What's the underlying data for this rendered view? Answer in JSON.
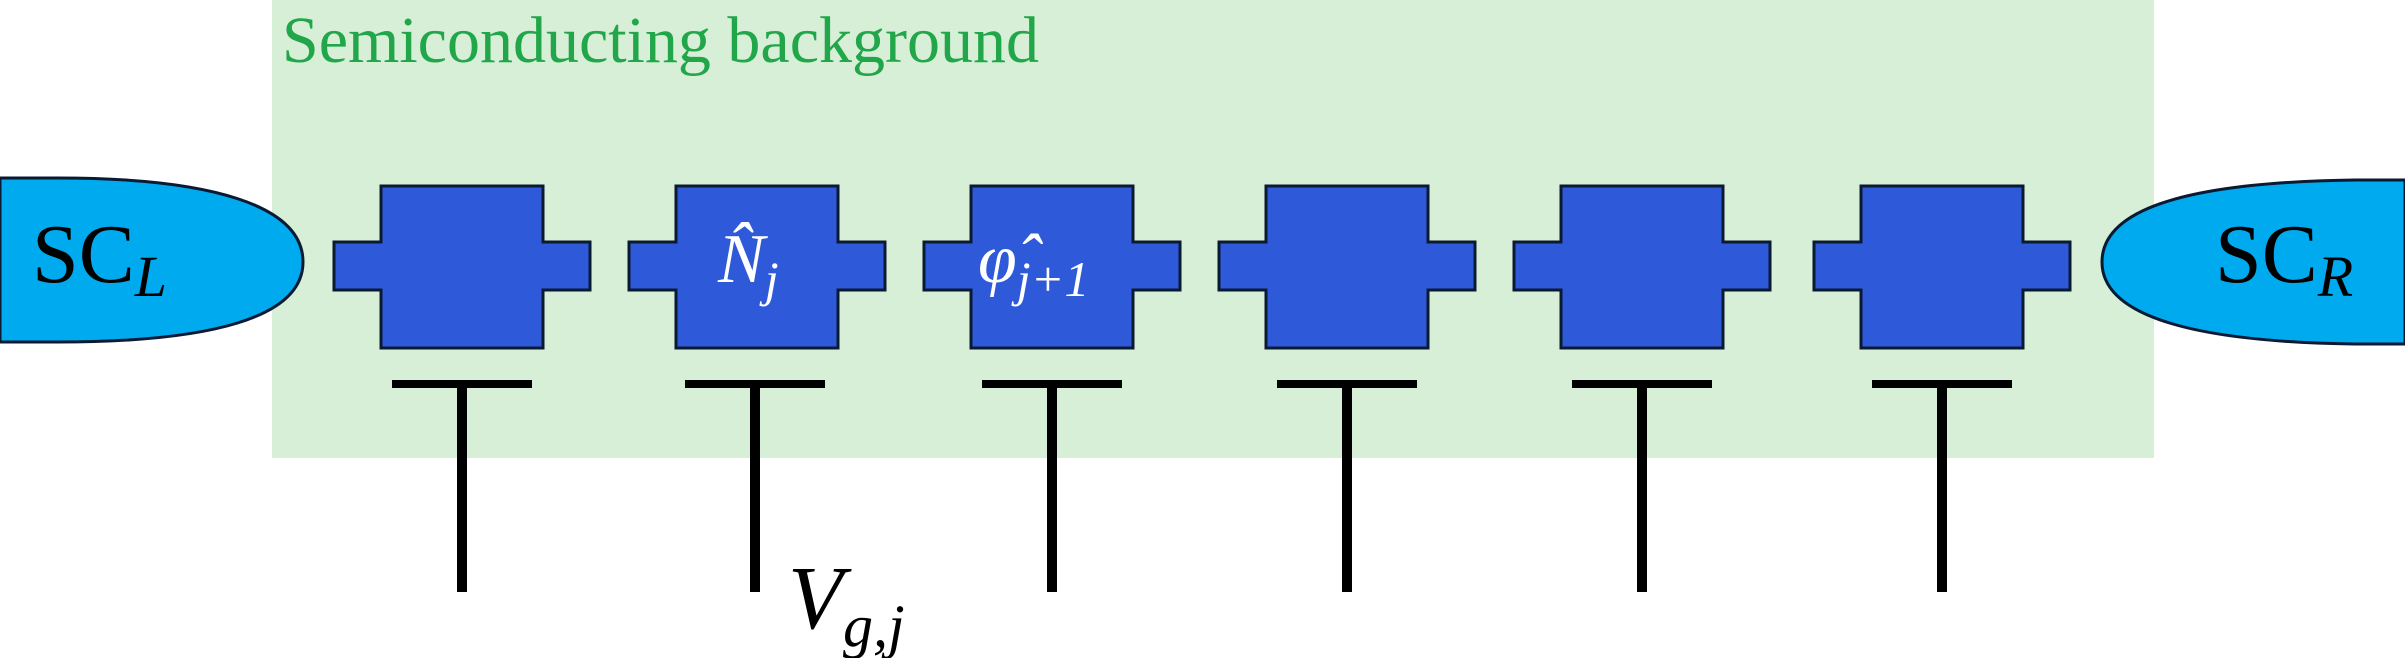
{
  "diagram": {
    "background_label": "Semiconducting background",
    "lead_left": {
      "main": "SC",
      "sub": "L"
    },
    "lead_right": {
      "main": "SC",
      "sub": "R"
    },
    "island_labels": [
      {
        "index": 2,
        "main": "N̂",
        "sub": "j"
      },
      {
        "index": 3,
        "main": "φ̂",
        "sub": "j+1"
      }
    ],
    "gate_label": {
      "main": "V",
      "sub": "g,j"
    },
    "island_count": 6,
    "gate_count": 6
  },
  "colors": {
    "background_fill": "#d6efd6",
    "background_label": "#22a64a",
    "lead_fill": "#00aaee",
    "island_fill": "#2e5ad9",
    "outline": "#0a1a33",
    "gate": "#000000"
  }
}
